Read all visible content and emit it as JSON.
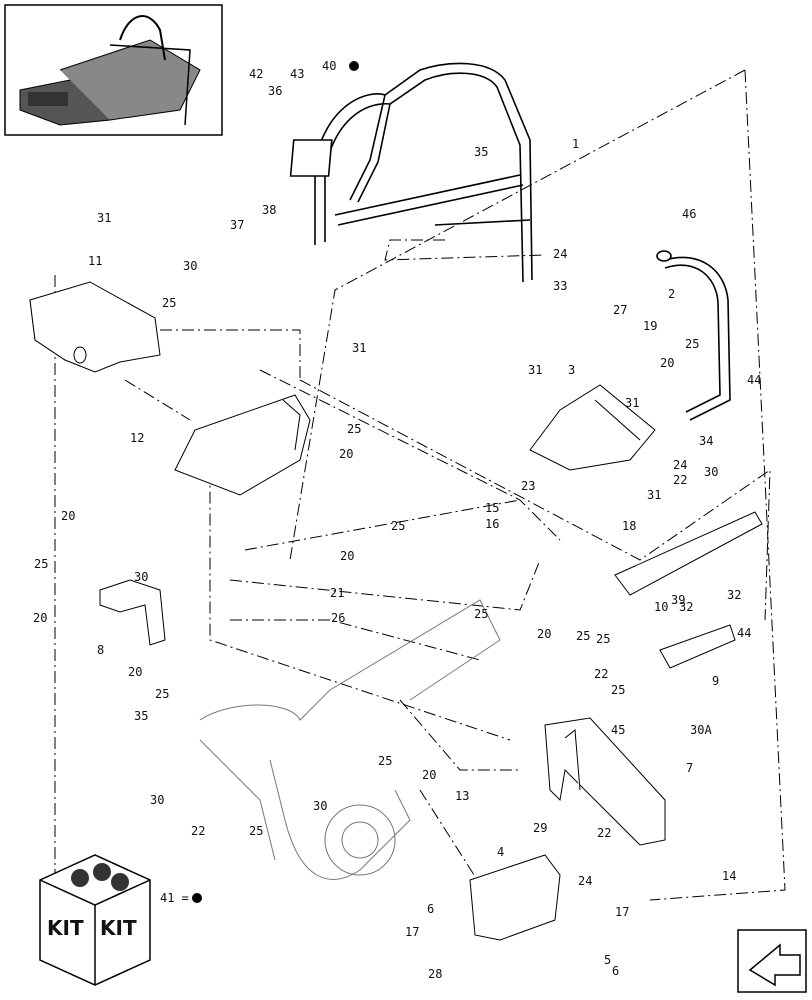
{
  "legend": {
    "kit_label": "KIT",
    "kit_eq": "41 ="
  },
  "callouts": [
    {
      "id": "c1",
      "text": "1"
    },
    {
      "id": "c2",
      "text": "2"
    },
    {
      "id": "c3",
      "text": "3"
    },
    {
      "id": "c4",
      "text": "4"
    },
    {
      "id": "c5",
      "text": "5"
    },
    {
      "id": "c6a",
      "text": "6"
    },
    {
      "id": "c6b",
      "text": "6"
    },
    {
      "id": "c7",
      "text": "7"
    },
    {
      "id": "c8",
      "text": "8"
    },
    {
      "id": "c9",
      "text": "9"
    },
    {
      "id": "c10",
      "text": "10"
    },
    {
      "id": "c11",
      "text": "11"
    },
    {
      "id": "c12",
      "text": "12"
    },
    {
      "id": "c13",
      "text": "13"
    },
    {
      "id": "c14",
      "text": "14"
    },
    {
      "id": "c15",
      "text": "15"
    },
    {
      "id": "c16",
      "text": "16"
    },
    {
      "id": "c17a",
      "text": "17"
    },
    {
      "id": "c17b",
      "text": "17"
    },
    {
      "id": "c18",
      "text": "18"
    },
    {
      "id": "c19",
      "text": "19"
    },
    {
      "id": "c20a",
      "text": "20"
    },
    {
      "id": "c20b",
      "text": "20"
    },
    {
      "id": "c20c",
      "text": "20"
    },
    {
      "id": "c20d",
      "text": "20"
    },
    {
      "id": "c20e",
      "text": "20"
    },
    {
      "id": "c20f",
      "text": "20"
    },
    {
      "id": "c20g",
      "text": "20"
    },
    {
      "id": "c20h",
      "text": "20"
    },
    {
      "id": "c21",
      "text": "21"
    },
    {
      "id": "c22a",
      "text": "22"
    },
    {
      "id": "c22b",
      "text": "22"
    },
    {
      "id": "c22c",
      "text": "22"
    },
    {
      "id": "c22d",
      "text": "22"
    },
    {
      "id": "c23",
      "text": "23"
    },
    {
      "id": "c24a",
      "text": "24"
    },
    {
      "id": "c24b",
      "text": "24"
    },
    {
      "id": "c24c",
      "text": "24"
    },
    {
      "id": "c25a",
      "text": "25"
    },
    {
      "id": "c25b",
      "text": "25"
    },
    {
      "id": "c25c",
      "text": "25"
    },
    {
      "id": "c25d",
      "text": "25"
    },
    {
      "id": "c25e",
      "text": "25"
    },
    {
      "id": "c25f",
      "text": "25"
    },
    {
      "id": "c25g",
      "text": "25"
    },
    {
      "id": "c25h",
      "text": "25"
    },
    {
      "id": "c25i",
      "text": "25"
    },
    {
      "id": "c25j",
      "text": "25"
    },
    {
      "id": "c25k",
      "text": "25"
    },
    {
      "id": "c25l",
      "text": "25"
    },
    {
      "id": "c26",
      "text": "26"
    },
    {
      "id": "c27",
      "text": "27"
    },
    {
      "id": "c28",
      "text": "28"
    },
    {
      "id": "c29",
      "text": "29"
    },
    {
      "id": "c30a",
      "text": "30"
    },
    {
      "id": "c30b",
      "text": "30"
    },
    {
      "id": "c30c",
      "text": "30"
    },
    {
      "id": "c30d",
      "text": "30"
    },
    {
      "id": "c30e",
      "text": "30"
    },
    {
      "id": "c30A",
      "text": "30A"
    },
    {
      "id": "c31a",
      "text": "31"
    },
    {
      "id": "c31b",
      "text": "31"
    },
    {
      "id": "c31c",
      "text": "31"
    },
    {
      "id": "c31d",
      "text": "31"
    },
    {
      "id": "c31e",
      "text": "31"
    },
    {
      "id": "c32a",
      "text": "32"
    },
    {
      "id": "c32b",
      "text": "32"
    },
    {
      "id": "c33",
      "text": "33"
    },
    {
      "id": "c34",
      "text": "34"
    },
    {
      "id": "c35a",
      "text": "35"
    },
    {
      "id": "c35b",
      "text": "35"
    },
    {
      "id": "c36",
      "text": "36"
    },
    {
      "id": "c37",
      "text": "37"
    },
    {
      "id": "c38",
      "text": "38"
    },
    {
      "id": "c39",
      "text": "39"
    },
    {
      "id": "c40",
      "text": "40"
    },
    {
      "id": "c42",
      "text": "42"
    },
    {
      "id": "c43",
      "text": "43"
    },
    {
      "id": "c44a",
      "text": "44"
    },
    {
      "id": "c44b",
      "text": "44"
    },
    {
      "id": "c45",
      "text": "45"
    },
    {
      "id": "c46",
      "text": "46"
    }
  ]
}
